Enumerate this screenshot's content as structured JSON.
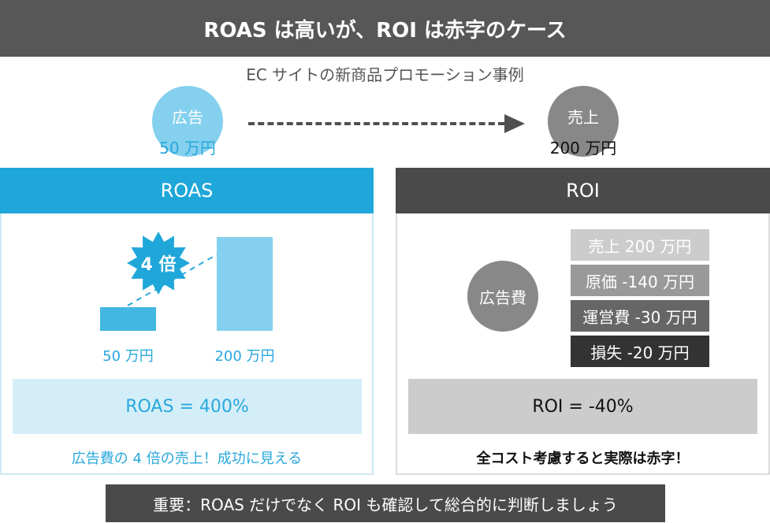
{
  "title": "ROAS は高いが、ROI は赤字のケース",
  "subtitle": "EC サイトの新商品プロモーション事例",
  "flow": {
    "ad_label": "広告",
    "ad_amount": "50 万円",
    "sales_label": "売上",
    "sales_amount": "200 万円"
  },
  "roas": {
    "header": "ROAS",
    "burst_label": "4 倍",
    "bar_small_label": "50 万円",
    "bar_large_label": "200 万円",
    "bar_values": [
      50,
      200
    ],
    "result": "ROAS = 400%",
    "caption": "広告費の 4 倍の売上！成功に見える",
    "color": "#1fa7da"
  },
  "roi": {
    "header": "ROI",
    "cost_label": "広告費",
    "cost_items": [
      "売上 200 万円",
      "原価 -140 万円",
      "運営費 -30 万円",
      "損失 -20 万円"
    ],
    "result": "ROI = -40%",
    "caption": "全コスト考慮すると実際は赤字！",
    "color": "#4a4a4a"
  },
  "footer": "重要：ROAS だけでなく ROI も確認して総合的に判断しましょう"
}
